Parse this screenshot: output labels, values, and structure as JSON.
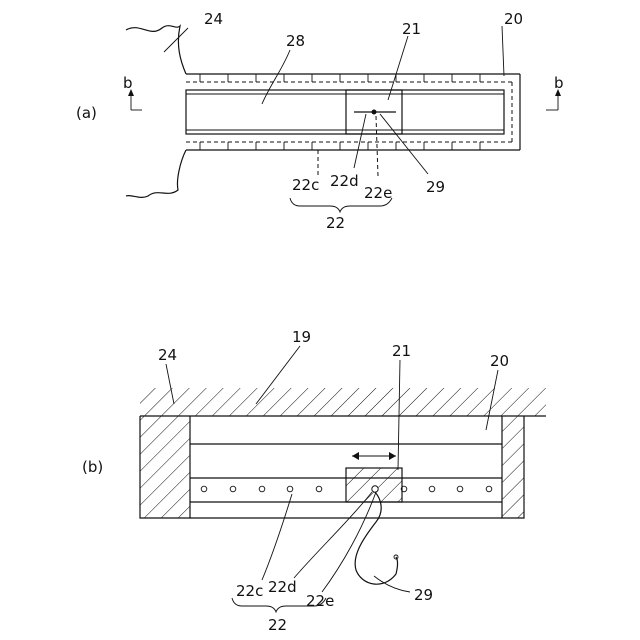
{
  "views": {
    "a": {
      "label": "(a)"
    },
    "b": {
      "label": "(b)"
    }
  },
  "section_marks": {
    "left": "b",
    "right": "b"
  },
  "labels": {
    "a_24": "24",
    "a_28": "28",
    "a_21": "21",
    "a_20": "20",
    "a_22c": "22c",
    "a_22d": "22d",
    "a_22e": "22e",
    "a_22": "22",
    "a_29": "29",
    "b_19": "19",
    "b_24": "24",
    "b_21": "21",
    "b_20": "20",
    "b_22c": "22c",
    "b_22d": "22d",
    "b_22e": "22e",
    "b_22": "22",
    "b_29": "29"
  }
}
